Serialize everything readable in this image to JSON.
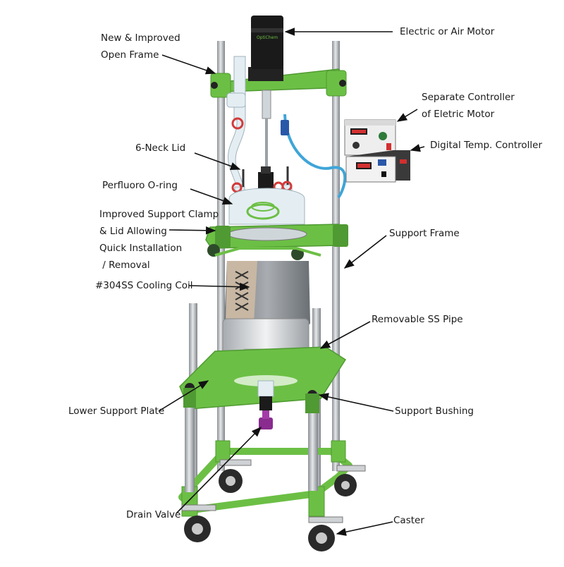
{
  "diagram": {
    "colors": {
      "frame_green": "#6cbf45",
      "frame_green_dark": "#4f9a32",
      "steel": "#b8bcc0",
      "glass": "#e4eef2",
      "insulation": "#8f9498",
      "text": "#1a1a1a"
    },
    "motor_brand": "OptiChem",
    "labels": {
      "open_frame": [
        "New & Improved",
        "Open Frame"
      ],
      "motor": "Electric or Air Motor",
      "separate_controller": [
        "Separate Controller",
        "of Eletric Motor"
      ],
      "temp_controller": "Digital Temp. Controller",
      "six_neck_lid": "6-Neck Lid",
      "oring": "Perfluoro O-ring",
      "support_clamp": [
        "Improved Support Clamp",
        "& Lid Allowing",
        "Quick Installation",
        " / Removal"
      ],
      "support_frame": "Support Frame",
      "cooling_coil": "#304SS Cooling Coil",
      "removable_pipe": "Removable SS Pipe",
      "lower_plate": "Lower Support Plate",
      "support_bushing": "Support Bushing",
      "drain_valve": "Drain Valve",
      "caster": "Caster"
    }
  }
}
